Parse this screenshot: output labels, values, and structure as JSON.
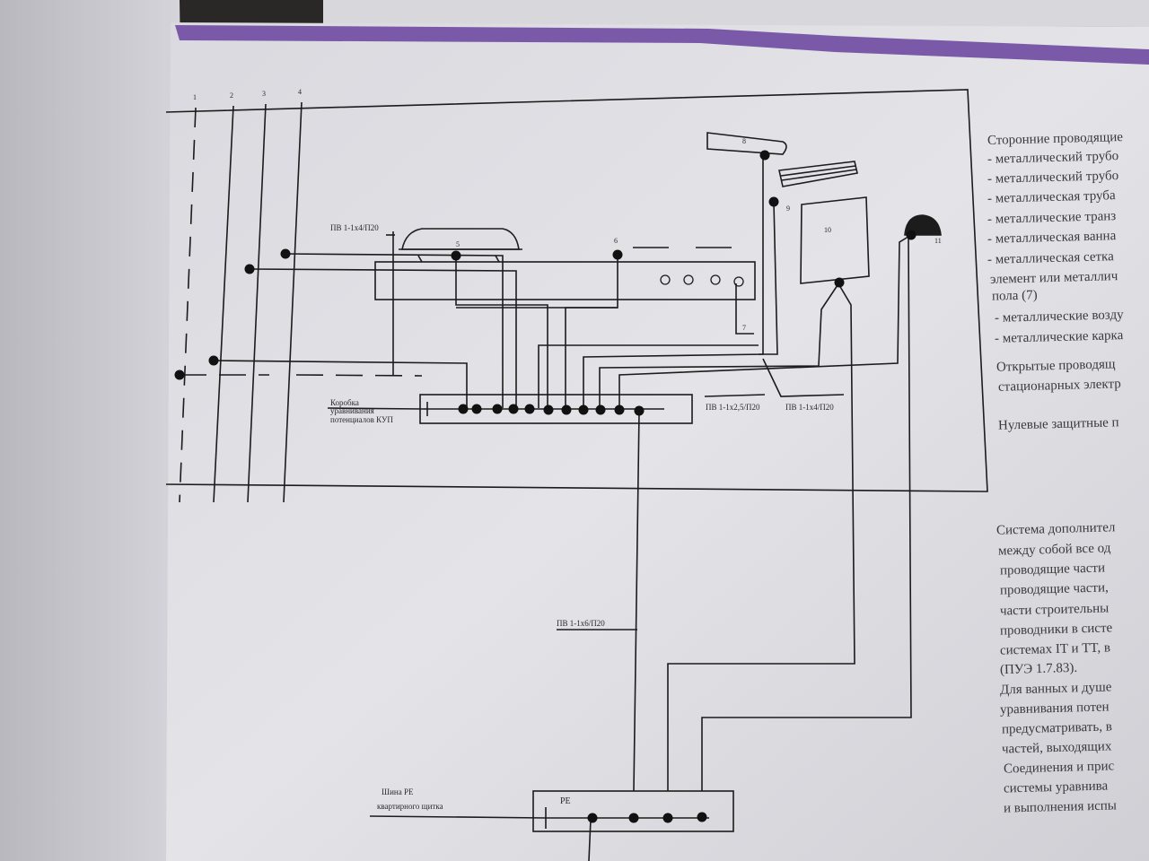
{
  "diagram": {
    "bus_numbers": [
      "1",
      "2",
      "3",
      "4"
    ],
    "item_numbers": {
      "n5": "5",
      "n6": "6",
      "n7": "7",
      "n8": "8",
      "n9": "9",
      "n10": "10",
      "n11": "11"
    },
    "labels": {
      "cable_top": "ПВ 1-1х4/П20",
      "kup_line1": "Коробка",
      "kup_line2": "уравнивания",
      "kup_line3": "потенциалов КУП",
      "cable_25": "ПВ 1-1х2,5/П20",
      "cable_4_right": "ПВ 1-1х4/П20",
      "cable_6": "ПВ 1-1х6/П20",
      "pe_bus_line1": "Шина PE",
      "pe_bus_line2": "квартирного щитка",
      "pe_box": "PE"
    }
  },
  "side_text": [
    "Сторонние проводящие",
    "- металлический трубо",
    "- металлический трубо",
    "- металлическая труба",
    "- металлические транз",
    "- металлическая ванна",
    "- металлическая сетка",
    "элемент или металлич",
    "пола (7)",
    "- металлические возду",
    "- металлические карка",
    "Открытые проводящ",
    "стационарных электр",
    "Нулевые защитные п",
    "Система дополнител",
    "между собой все од",
    "проводящие части",
    "проводящие части,",
    "части строительны",
    "проводники в систе",
    "системах IT и TT, в",
    "(ПУЭ 1.7.83).",
    "Для ванных и душе",
    "уравнивания потен",
    "предусматривать, в",
    "частей, выходящих",
    "Соединения и прис",
    "системы уравнива",
    "и выполнения испы"
  ],
  "colors": {
    "paper": "#e2e2e6",
    "paper_shadow": "#c9c9cf",
    "purple_band": "#7a5aa8",
    "ink": "#1c1c1c",
    "background": "#2a2826"
  }
}
